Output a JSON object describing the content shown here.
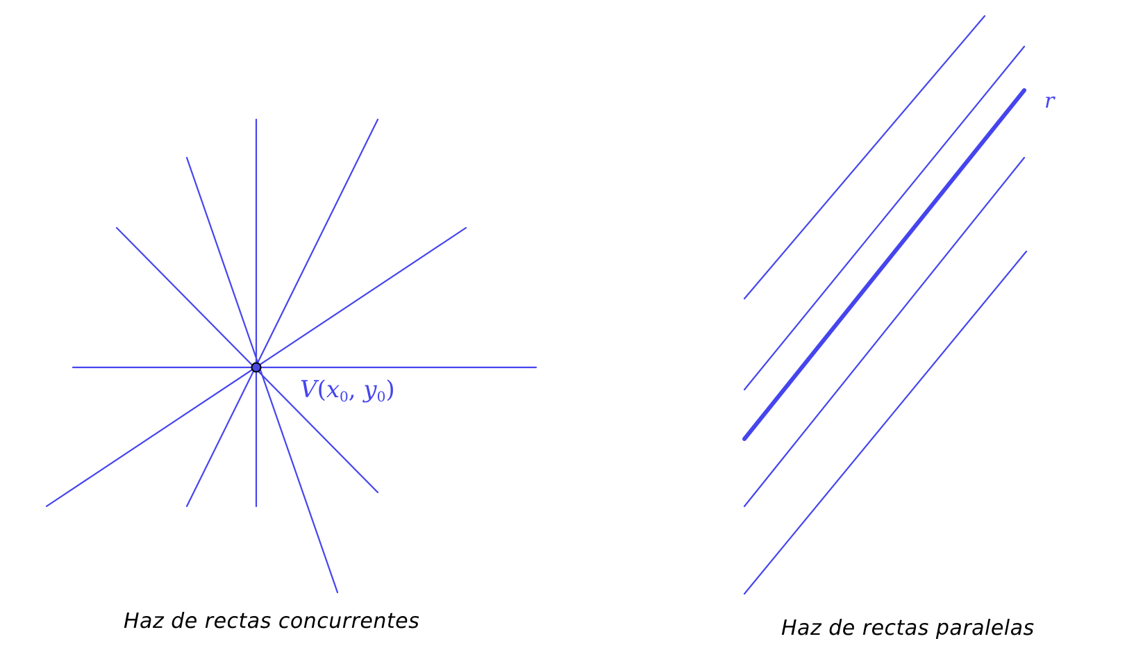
{
  "colors": {
    "line": "#4545ee",
    "vertex_fill": "#4a4ae0",
    "vertex_stroke": "#000000",
    "label": "#4545ee",
    "caption": "#000000",
    "background": "#ffffff"
  },
  "concurrent_pencil": {
    "caption": "Haz de rectas concurrentes",
    "vertex_label": {
      "letter": "V",
      "open": "(",
      "x_var": "x",
      "x_sub": "0",
      "sep": ", ",
      "y_var": "y",
      "y_sub": "0",
      "close": ")"
    },
    "line_count": 6
  },
  "parallel_pencil": {
    "caption": "Haz de rectas paralelas",
    "highlighted_line_label": "r",
    "line_count": 5
  }
}
